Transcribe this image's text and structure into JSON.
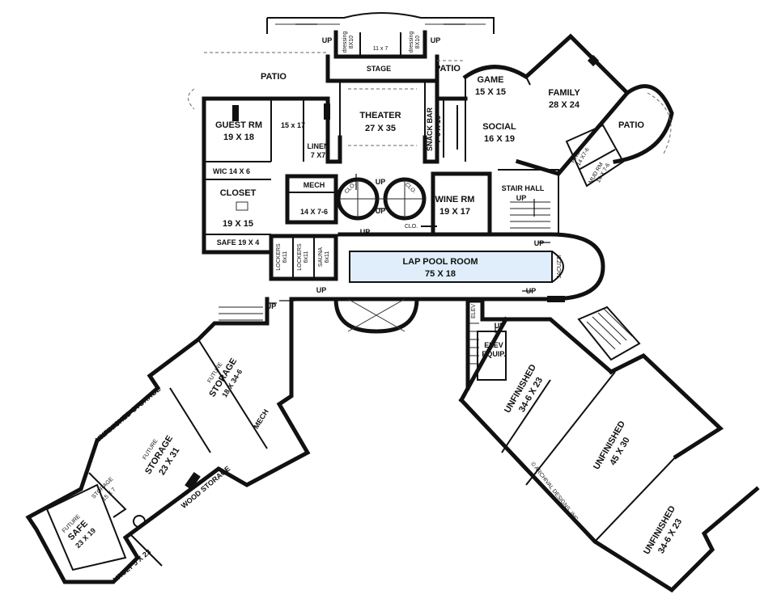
{
  "rooms": {
    "patio_left": "PATIO",
    "patio_center": "PATIO",
    "patio_right": "PATIO",
    "guest_rm": {
      "name": "GUEST RM",
      "size": "19 X 18"
    },
    "guest_bath": "15 x 17",
    "linen": {
      "name": "LINEN",
      "size": "7 X7"
    },
    "wic": "WIC 14 X 6",
    "closet": {
      "name": "CLOSET",
      "size": "19 X 15"
    },
    "safe": "SAFE  19 X 4",
    "stage": "STAGE",
    "stage_size": "11 x 7",
    "dressing_left": {
      "name": "dressing",
      "size": "8X10"
    },
    "dressing_right": {
      "name": "dressing",
      "size": "8X10"
    },
    "theater": {
      "name": "THEATER",
      "size": "27 X 35"
    },
    "snack_bar": {
      "name": "SNACK BAR",
      "size": "7-6 X 16"
    },
    "game": {
      "name": "GAME",
      "size": "15 X 15"
    },
    "family": {
      "name": "FAMILY",
      "size": "28 X 24"
    },
    "social": {
      "name": "SOCIAL",
      "size": "16 X 19"
    },
    "pwd": {
      "name": "PWD",
      "size": "14 X7-6"
    },
    "mud_rm": {
      "name": "MUD RM",
      "size": "14 X 7-6"
    },
    "mech_top": {
      "name": "MECH",
      "size": "14 X 7-6"
    },
    "clo_left": "CLO.",
    "clo_right": "CLO.",
    "clo_bottom": "CLO.",
    "wine_rm": {
      "name": "WINE RM",
      "size": "19 X 17"
    },
    "stair_hall": "STAIR HALL",
    "lockers_1": {
      "name": "LOCKERS",
      "size": "6x11"
    },
    "lockers_2": {
      "name": "LOCKERS",
      "size": "6x11"
    },
    "sauna": {
      "name": "SAUNA",
      "size": "6x11"
    },
    "lap_pool": {
      "name": "LAP POOL ROOM",
      "size": "75 X 18"
    },
    "jacuzzi": "JACUZZI",
    "elev": "ELEV",
    "elev_equip": {
      "name": "ELEV",
      "sub": "EQUIP."
    },
    "future_storage_top": {
      "name": "FUTURE",
      "sub": "STORAGE",
      "size": "18 X 34-6"
    },
    "unfinished_storage": "UNFINISHED STORAGE",
    "future_storage_main": {
      "name": "FUTURE",
      "sub": "STORAGE",
      "size": "23 X 31"
    },
    "mech_bottom": "MECH",
    "storage_small": {
      "name": "STORAGE",
      "size": "15 X 7"
    },
    "wood_storage": "WOOD STORAGE",
    "future_safe": {
      "name": "FUTURE",
      "sub": "SAFE",
      "size": "23 X 19"
    },
    "vault": "VAULT  5 X 23",
    "unfinished_1": {
      "name": "UNFINISHED",
      "size": "34-6 X 23"
    },
    "unfinished_2": {
      "name": "UNFINISHED",
      "size": "45 X 30"
    },
    "unfinished_3": {
      "name": "UNFINISHED",
      "size": "34-6 X 23"
    }
  },
  "stairs_up": "UP",
  "copyright": "© ARCHIVAL DESIGNS, INC."
}
